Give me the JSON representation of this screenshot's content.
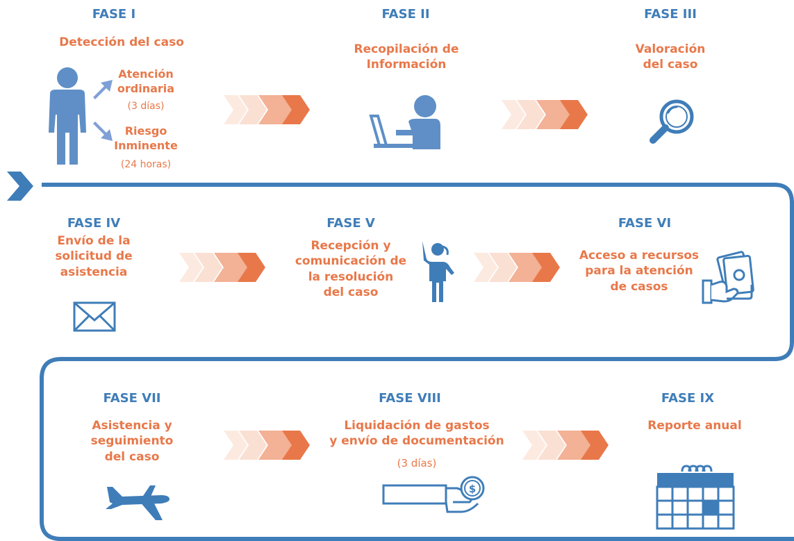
{
  "phases": [
    {
      "label": "FASE I",
      "title": "Detección del caso",
      "icon": "person-icon"
    },
    {
      "label": "FASE II",
      "title": "Recopilación de\nInformación",
      "icon": "laptop-user-icon"
    },
    {
      "label": "FASE III",
      "title": "Valoración\ndel caso",
      "icon": "magnifier-icon"
    },
    {
      "label": "FASE IV",
      "title": "Envío de la\nsolicitud de\nasistencia",
      "icon": "envelope-icon"
    },
    {
      "label": "FASE V",
      "title": "Recepción y\ncomunicación de\nla resolución\ndel caso",
      "icon": "person-waving-icon"
    },
    {
      "label": "FASE VI",
      "title": "Acceso a recursos\npara la atención\nde casos",
      "icon": "money-hand-icon"
    },
    {
      "label": "FASE VII",
      "title": "Asistencia y\nseguimiento\ndel caso",
      "icon": "airplane-icon"
    },
    {
      "label": "FASE VIII",
      "title": "Liquidación de gastos\ny envío de documentación",
      "note": "(3 días)",
      "icon": "hand-coin-icon"
    },
    {
      "label": "FASE IX",
      "title": "Reporte anual",
      "icon": "calendar-icon"
    }
  ],
  "phase1_branches": [
    {
      "title": "Atención\nordinaria",
      "note": "(3 días)"
    },
    {
      "title": "Riesgo\nInminente",
      "note": "(24 horas)"
    }
  ],
  "colors": {
    "blue": "#3F7DB8",
    "orange": "#E8784A",
    "arrow_light": "#F9D8C8"
  }
}
